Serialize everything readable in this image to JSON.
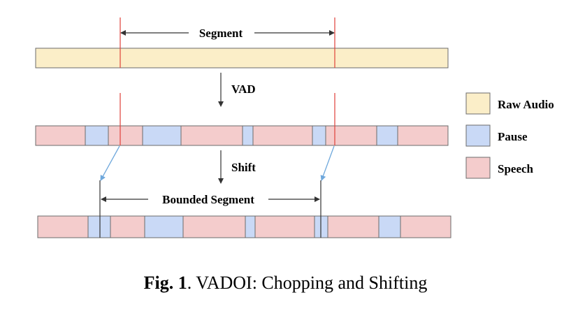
{
  "labels": {
    "segment": "Segment",
    "vad": "VAD",
    "shift": "Shift",
    "bounded_segment": "Bounded Segment"
  },
  "legend": [
    {
      "label": "Raw Audio",
      "color": "#fbeec8"
    },
    {
      "label": "Pause",
      "color": "#c9d9f6"
    },
    {
      "label": "Speech",
      "color": "#f4cccc"
    }
  ],
  "caption": {
    "fig": "Fig. 1",
    "text": ". VADOI: Chopping and Shifting"
  },
  "colors": {
    "raw_audio": "#fbeec8",
    "pause": "#c9d9f6",
    "speech": "#f4cccc",
    "border": "#6b6b6b",
    "red_line": "#e0403a",
    "blue_arrow": "#6fa8dc",
    "dark_line": "#333333"
  }
}
